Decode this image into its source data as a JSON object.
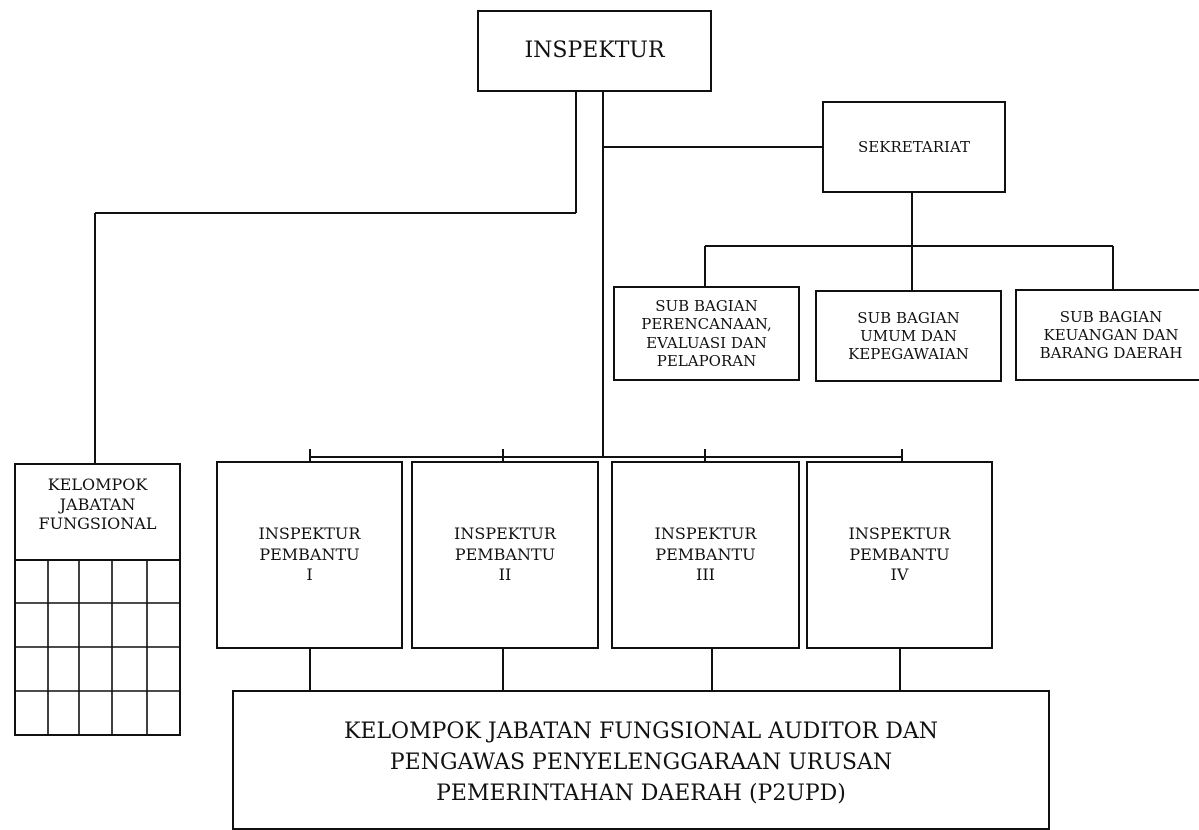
{
  "org_chart": {
    "inspektur": "INSPEKTUR",
    "sekretariat": "SEKRETARIAT",
    "sub_bagian": [
      "SUB BAGIAN\nPERENCANAAN,\nEVALUASI DAN\nPELAPORAN",
      "SUB BAGIAN\nUMUM DAN\nKEPEGAWAIAN",
      "SUB BAGIAN\nKEUANGAN DAN\nBARANG DAERAH"
    ],
    "kelompok_jabatan_fungsional": "KELOMPOK\nJABATAN\nFUNGSIONAL",
    "inspektur_pembantu": [
      "INSPEKTUR\nPEMBANTU\nI",
      "INSPEKTUR\nPEMBANTU\nII",
      "INSPEKTUR\nPEMBANTU\nIII",
      "INSPEKTUR\nPEMBANTU\nIV"
    ],
    "kelompok_auditor": "KELOMPOK JABATAN FUNGSIONAL AUDITOR DAN\nPENGAWAS PENYELENGGARAAN URUSAN\nPEMERINTAHAN DAERAH (P2UPD)"
  },
  "colors": {
    "line": "#111111",
    "background": "#ffffff"
  }
}
